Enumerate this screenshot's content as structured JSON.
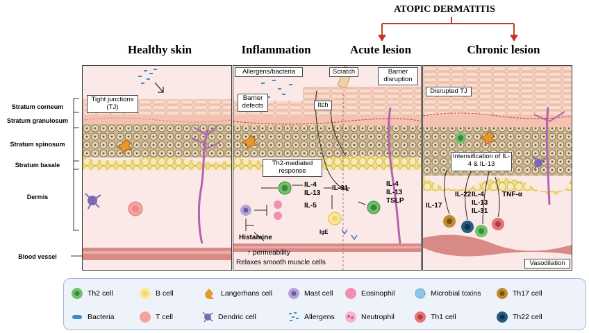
{
  "header": {
    "title": "ATOPIC DERMATITIS",
    "red": "#c0392b"
  },
  "columns": {
    "healthy": "Healthy skin",
    "inflammation": "Inflammation",
    "acute": "Acute lesion",
    "chronic": "Chronic lesion"
  },
  "layers": [
    "Stratum corneum",
    "Stratum granulosum",
    "Stratum spinosum",
    "Stratum basale",
    "Dermis",
    "Blood vessel"
  ],
  "healthy": {
    "tight_junctions": "Tight junctions (TJ)"
  },
  "inflammation": {
    "allergens": "Allergens/bacteria",
    "barrier_defects": "Barrier defects",
    "itch": "Itch",
    "scratch": "Scratch",
    "barrier_disruption": "Barrier disruption",
    "th2_response": "Th2-mediated response",
    "il4": "IL-4",
    "il13": "IL-13",
    "il5": "IL-5",
    "il31": "IL-31",
    "ige": "IgE",
    "histamine": "Histamine",
    "permeability": "↑ permeability",
    "relaxes": "Relaxes smooth muscle cells",
    "acute_il4": "IL-4",
    "acute_il13": "IL-13",
    "acute_tslp": "TSLP"
  },
  "chronic": {
    "disrupted_tj": "Disrupted TJ",
    "intensification": "Intensification of IL-4 & IL-13",
    "il17": "IL-17",
    "il22": "IL-22",
    "il4": "IL-4",
    "il13": "IL-13",
    "il31": "IL-31",
    "tnfa": "TNF-α",
    "vasodilation": "Vasodilation"
  },
  "legend": [
    {
      "label": "Th2 cell",
      "icon": "th2-cell-icon"
    },
    {
      "label": "B cell",
      "icon": "b-cell-icon"
    },
    {
      "label": "Langerhans cell",
      "icon": "langerhans-cell-icon"
    },
    {
      "label": "Mast cell",
      "icon": "mast-cell-icon"
    },
    {
      "label": "Eosinophil",
      "icon": "eosinophil-icon"
    },
    {
      "label": "Microbial toxins",
      "icon": "microbial-toxins-icon"
    },
    {
      "label": "Th17 cell",
      "icon": "th17-cell-icon"
    },
    {
      "label": "Bacteria",
      "icon": "bacteria-icon"
    },
    {
      "label": "T cell",
      "icon": "t-cell-icon"
    },
    {
      "label": "Dendric cell",
      "icon": "dendric-cell-icon"
    },
    {
      "label": "Allergens",
      "icon": "allergens-icon"
    },
    {
      "label": "Neutrophil",
      "icon": "neutrophil-icon"
    },
    {
      "label": "Th1 cell",
      "icon": "th1-cell-icon"
    },
    {
      "label": "Th22 cell",
      "icon": "th22-cell-icon"
    }
  ],
  "colors": {
    "skin": "#f7d2c0",
    "dermis": "#fbe9e7",
    "spinosum": "#d9c8a8",
    "basale": "#f5e29a",
    "vessel": "#d98a86",
    "nerve": "#b562b0",
    "th2": "#4caf50",
    "th1": "#e57373",
    "th17": "#b07a1e",
    "th22": "#1f4e6e"
  }
}
